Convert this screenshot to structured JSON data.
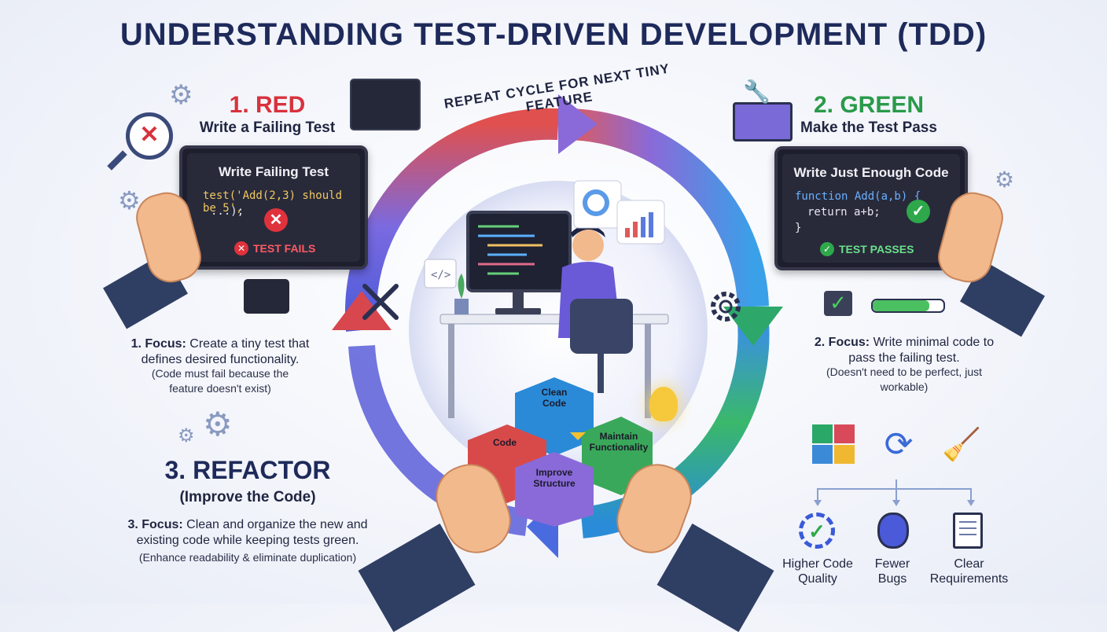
{
  "title": "UNDERSTANDING TEST-DRIVEN DEVELOPMENT (TDD)",
  "cycle_label": "REPEAT CYCLE FOR NEXT TINY FEATURE",
  "red": {
    "heading": "1. RED",
    "subheading": "Write a Failing Test",
    "tablet_title": "Write Failing Test",
    "code_line1": "test('Add(2,3) should be 5',",
    "code_line2": "...);",
    "status": "TEST FAILS",
    "focus_label": "1. Focus:",
    "focus_text": "Create a tiny test that defines desired functionality.",
    "note": "(Code must fail because the feature doesn't exist)"
  },
  "green": {
    "heading": "2. GREEN",
    "subheading": "Make the Test Pass",
    "tablet_title": "Write Just Enough Code",
    "code_line1": "function Add(a,b) {",
    "code_line2": "return a+b;",
    "code_line3": "}",
    "status": "TEST PASSES",
    "focus_label": "2. Focus:",
    "focus_text": "Write minimal code to pass the failing test.",
    "note": "(Doesn't need to be perfect, just workable)"
  },
  "refactor": {
    "heading": "3. REFACTOR",
    "subheading": "(Improve the Code)",
    "focus_label": "3. Focus:",
    "focus_text": "Clean and organize the new and existing code while keeping tests green.",
    "note": "(Enhance readability & eliminate duplication)"
  },
  "cubes": {
    "clean_code": "Clean Code",
    "code": "Code",
    "maintain": "Maintain Functionality",
    "improve": "Improve Structure"
  },
  "benefits": [
    {
      "label": "Higher Code Quality",
      "icon": "gear-check-icon"
    },
    {
      "label": "Fewer Bugs",
      "icon": "bug-icon"
    },
    {
      "label": "Clear Requirements",
      "icon": "document-icon"
    }
  ],
  "colors": {
    "red": "#d8323c",
    "green": "#2a9a4a",
    "refactor": "#1e2a5a",
    "title": "#1e2a5a"
  }
}
